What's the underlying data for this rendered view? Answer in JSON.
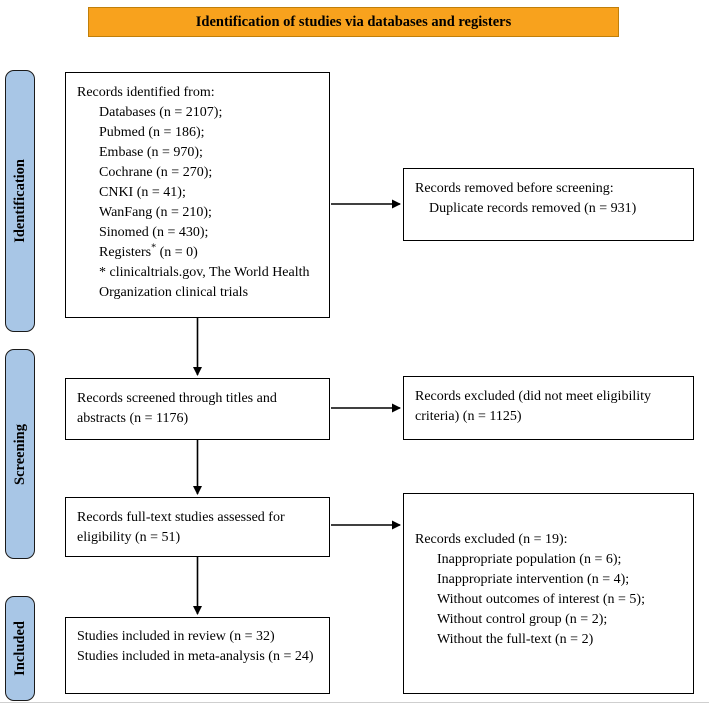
{
  "banner": {
    "title": "Identification of studies via databases and registers"
  },
  "stages": {
    "identification": "Identification",
    "screening": "Screening",
    "included": "Included"
  },
  "boxes": {
    "identified": {
      "heading": "Records identified from:",
      "sources": [
        "Databases (n = 2107);",
        "Pubmed (n = 186);",
        "Embase (n = 970);",
        "Cochrane (n = 270);",
        "CNKI (n = 41);",
        "WanFang (n = 210);",
        "Sinomed (n = 430);"
      ],
      "registers_label": "Registers",
      "registers_mark": "*",
      "registers_count": " (n = 0)",
      "footnote": "* clinicaltrials.gov, The World Health Organization clinical trials"
    },
    "removed": {
      "heading": "Records removed before screening:",
      "detail": "Duplicate records removed (n = 931)"
    },
    "screened": {
      "text": "Records screened through titles and abstracts (n = 1176)"
    },
    "excluded_screening": {
      "text": "Records excluded (did not meet eligibility criteria) (n = 1125)"
    },
    "fulltext": {
      "text": "Records full-text studies assessed for eligibility (n = 51)"
    },
    "excluded_fulltext": {
      "heading": "Records excluded (n = 19):",
      "reasons": [
        "Inappropriate population (n = 6);",
        "Inappropriate intervention (n = 4);",
        "Without outcomes of interest (n = 5);",
        "Without control group (n = 2);",
        "Without the full-text (n = 2)"
      ]
    },
    "included": {
      "line1": "Studies included in review (n = 32)",
      "line2": "Studies included in meta-analysis (n = 24)"
    }
  },
  "colors": {
    "banner_bg": "#F8A21D",
    "stage_bg": "#A8C6E6",
    "box_border": "#000000",
    "arrow": "#000000"
  }
}
